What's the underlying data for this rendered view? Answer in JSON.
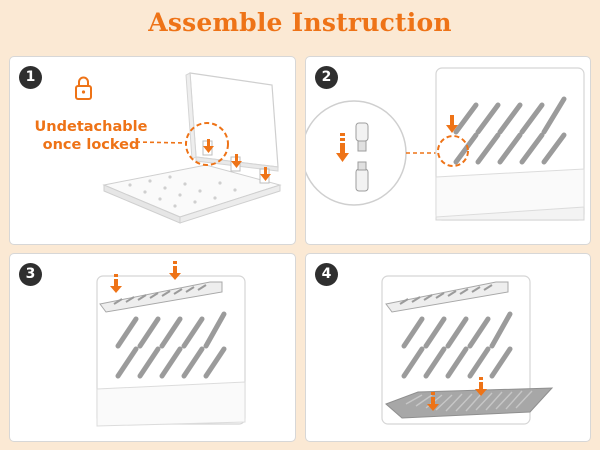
{
  "title": "Assemble Instruction",
  "steps": [
    {
      "number": "1",
      "note_line1": "Undetachable",
      "note_line2": "once locked"
    },
    {
      "number": "2"
    },
    {
      "number": "3"
    },
    {
      "number": "4"
    }
  ],
  "icons": {
    "lock": "lock-icon",
    "arrow": "arrow-down-icon"
  },
  "colors": {
    "accent": "#ee7317",
    "background": "#fbe9d4",
    "rack_gray": "#9b9b9b",
    "badge": "#2f2f2f"
  }
}
